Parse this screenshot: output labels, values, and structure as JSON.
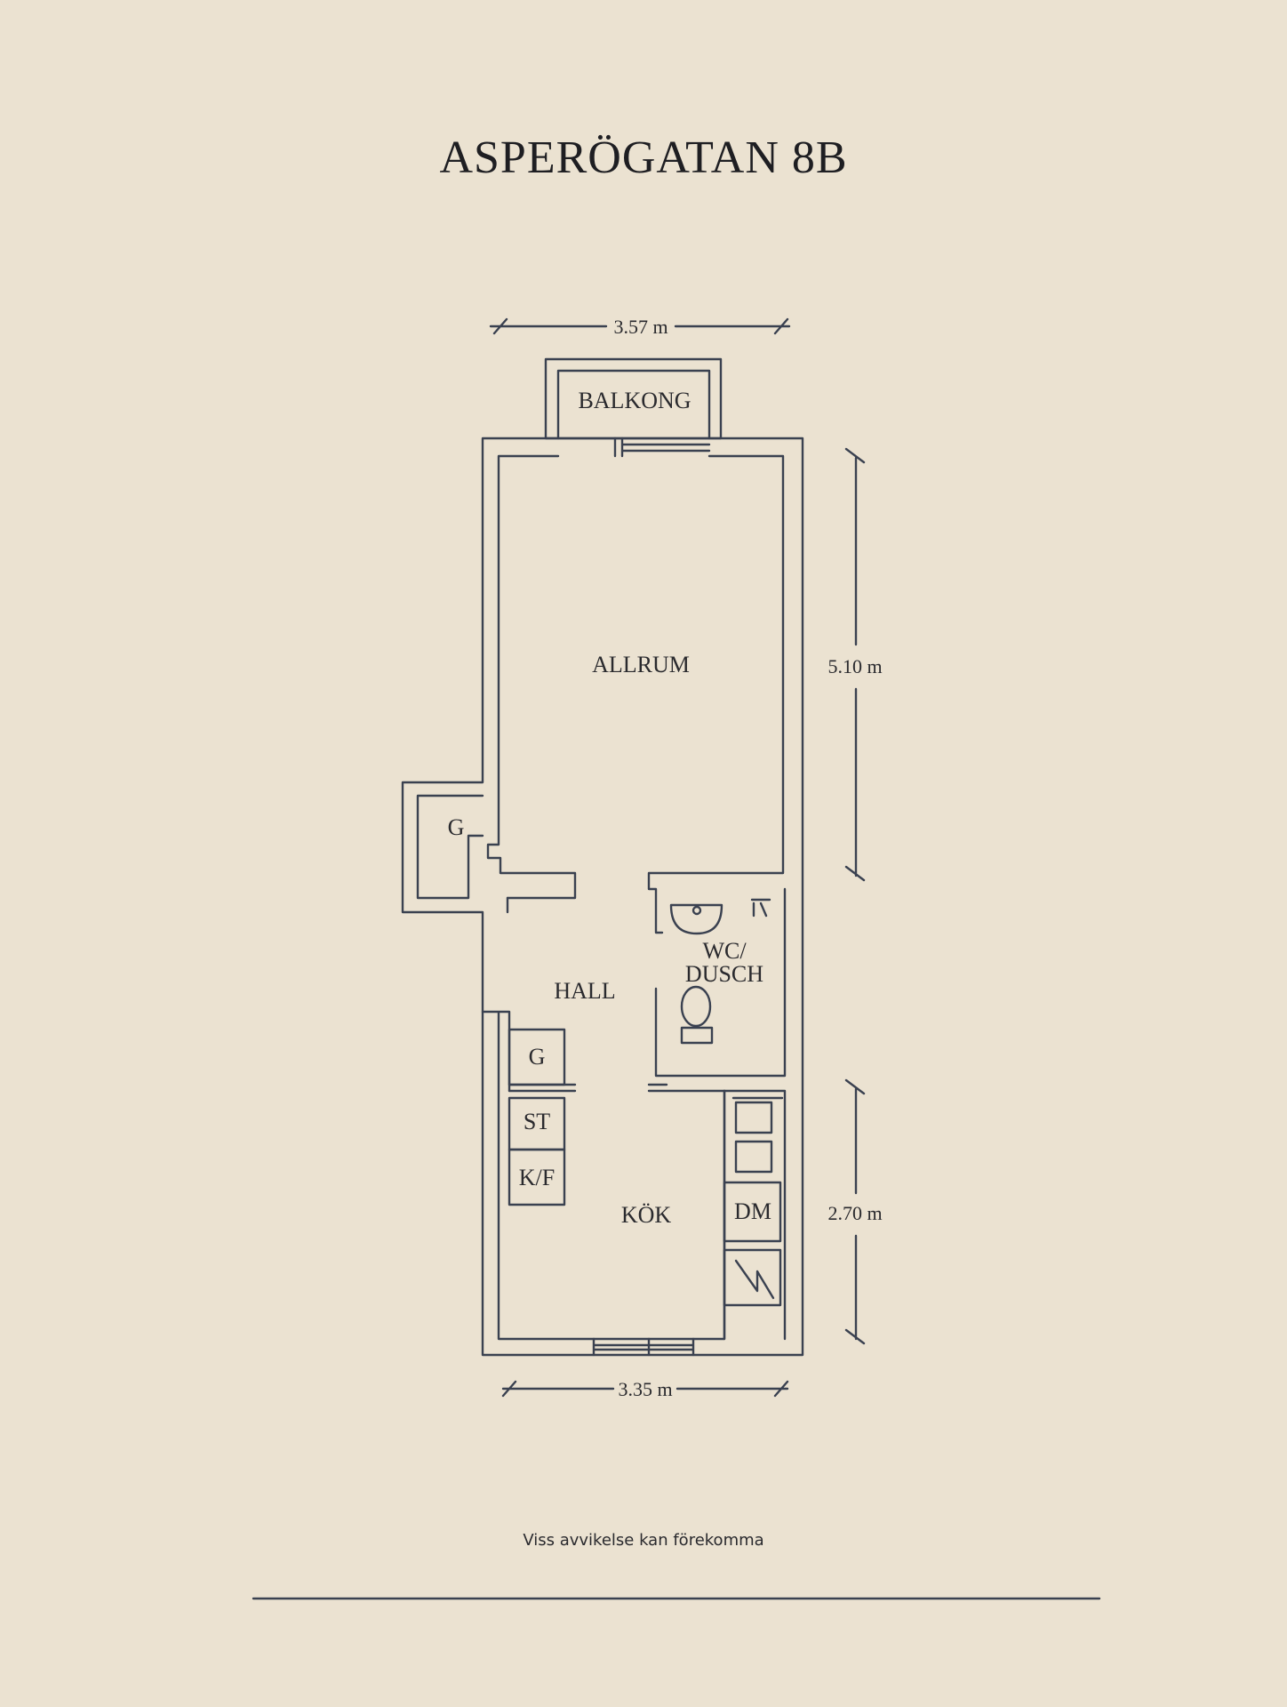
{
  "title": "ASPERÖGATAN 8B",
  "rooms": {
    "balkong": "BALKONG",
    "allrum": "ALLRUM",
    "closet_g1": "G",
    "hall": "HALL",
    "wc_line1": "WC/",
    "wc_line2": "DUSCH",
    "closet_g2": "G",
    "st": "ST",
    "kf": "K/F",
    "kok": "KÖK",
    "dm": "DM"
  },
  "dimensions": {
    "top_width": "3.57 m",
    "right_upper": "5.10 m",
    "right_lower": "2.70 m",
    "bottom_width": "3.35 m"
  },
  "disclaimer": "Viss avvikelse kan förekomma",
  "colors": {
    "background": "#ebe2d1",
    "line": "#3a4150",
    "text": "#2a2a2e"
  }
}
